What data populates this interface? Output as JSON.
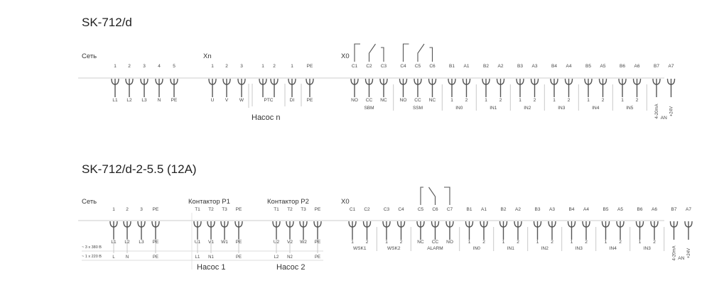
{
  "diagram_1": {
    "title": "SK-712/d",
    "labels": {
      "network": "Сеть",
      "xn": "Xn",
      "x0": "X0",
      "pump": "Насос n"
    },
    "network_terminals": [
      {
        "top": "1",
        "bottom": "L1"
      },
      {
        "top": "2",
        "bottom": "L2"
      },
      {
        "top": "3",
        "bottom": "L3"
      },
      {
        "top": "4",
        "bottom": "N"
      },
      {
        "top": "5",
        "bottom": "PE"
      }
    ],
    "xn_terminals": [
      {
        "top": "1",
        "bottom": "U"
      },
      {
        "top": "2",
        "bottom": "V"
      },
      {
        "top": "3",
        "bottom": "W"
      },
      {
        "top": "1",
        "bottom": "PTC",
        "pair": "a"
      },
      {
        "top": "2",
        "bottom": "",
        "pair": "a"
      },
      {
        "top": "1",
        "bottom": "DI"
      },
      {
        "top": "PE",
        "bottom": "PE"
      }
    ],
    "x0_groups": [
      {
        "name": "SBM",
        "terminals": [
          {
            "top": "C1",
            "bottom": "NO"
          },
          {
            "top": "C2",
            "bottom": "CC"
          },
          {
            "top": "C3",
            "bottom": "NC"
          }
        ]
      },
      {
        "name": "SSM",
        "terminals": [
          {
            "top": "C4",
            "bottom": "NO"
          },
          {
            "top": "C5",
            "bottom": "CC"
          },
          {
            "top": "C6",
            "bottom": "NC"
          }
        ]
      },
      {
        "name": "IN0",
        "terminals": [
          {
            "top": "B1",
            "bottom": "1"
          },
          {
            "top": "A1",
            "bottom": "2"
          }
        ]
      },
      {
        "name": "IN1",
        "terminals": [
          {
            "top": "B2",
            "bottom": "1"
          },
          {
            "top": "A2",
            "bottom": "2"
          }
        ]
      },
      {
        "name": "IN2",
        "terminals": [
          {
            "top": "B3",
            "bottom": "1"
          },
          {
            "top": "A3",
            "bottom": "2"
          }
        ]
      },
      {
        "name": "IN3",
        "terminals": [
          {
            "top": "B4",
            "bottom": "1"
          },
          {
            "top": "A4",
            "bottom": "2"
          }
        ]
      },
      {
        "name": "IN4",
        "terminals": [
          {
            "top": "B5",
            "bottom": "1"
          },
          {
            "top": "A5",
            "bottom": "2"
          }
        ]
      },
      {
        "name": "IN5",
        "terminals": [
          {
            "top": "B6",
            "bottom": "1"
          },
          {
            "top": "A6",
            "bottom": "2"
          }
        ]
      },
      {
        "name": "AN",
        "terminals": [
          {
            "top": "B7",
            "bottom": "4-20mA"
          },
          {
            "top": "A7",
            "bottom": "+24V"
          }
        ]
      }
    ]
  },
  "diagram_2": {
    "title": "SK-712/d-2-5.5 (12A)",
    "labels": {
      "network": "Сеть",
      "contactor1": "Контактор P1",
      "contactor2": "Контактор P2",
      "x0": "X0",
      "pump1": "Насос 1",
      "pump2": "Насос 2"
    },
    "supply_rows": [
      {
        "label": "~ 3 x 380 В",
        "values": [
          "L1",
          "L2",
          "L3",
          "PE"
        ]
      },
      {
        "label": "~ 1 x 220 В",
        "values": [
          "L",
          "N",
          "",
          "PE"
        ]
      }
    ],
    "contactor_rows": [
      {
        "p1": [
          "L1",
          "N1",
          "",
          "PE"
        ],
        "p2": [
          "L2",
          "N2",
          "",
          "PE"
        ]
      }
    ],
    "network_terminals": [
      {
        "top": "1",
        "bottom": "L1"
      },
      {
        "top": "2",
        "bottom": "L2"
      },
      {
        "top": "3",
        "bottom": "L3"
      },
      {
        "top": "PE",
        "bottom": "PE"
      }
    ],
    "contactor1_terminals": [
      {
        "top": "T1",
        "bottom": "U1"
      },
      {
        "top": "T2",
        "bottom": "V1"
      },
      {
        "top": "T3",
        "bottom": "W1"
      },
      {
        "top": "PE",
        "bottom": "PE"
      }
    ],
    "contactor2_terminals": [
      {
        "top": "T1",
        "bottom": "U2"
      },
      {
        "top": "T2",
        "bottom": "V2"
      },
      {
        "top": "T3",
        "bottom": "W2"
      },
      {
        "top": "PE",
        "bottom": "PE"
      }
    ],
    "x0_groups": [
      {
        "name": "WSK1",
        "terminals": [
          {
            "top": "C1",
            "bottom": "1"
          },
          {
            "top": "C2",
            "bottom": "2"
          }
        ]
      },
      {
        "name": "WSK2",
        "terminals": [
          {
            "top": "C3",
            "bottom": "1"
          },
          {
            "top": "C4",
            "bottom": "2"
          }
        ]
      },
      {
        "name": "ALARM",
        "terminals": [
          {
            "top": "C5",
            "bottom": "NC"
          },
          {
            "top": "C6",
            "bottom": "CC"
          },
          {
            "top": "C7",
            "bottom": "NO"
          }
        ]
      },
      {
        "name": "IN0",
        "terminals": [
          {
            "top": "B1",
            "bottom": "1"
          },
          {
            "top": "A1",
            "bottom": "2"
          }
        ]
      },
      {
        "name": "IN1",
        "terminals": [
          {
            "top": "B2",
            "bottom": "1"
          },
          {
            "top": "A2",
            "bottom": "2"
          }
        ]
      },
      {
        "name": "IN2",
        "terminals": [
          {
            "top": "B3",
            "bottom": "1"
          },
          {
            "top": "A3",
            "bottom": "2"
          }
        ]
      },
      {
        "name": "IN3",
        "terminals": [
          {
            "top": "B4",
            "bottom": "1"
          },
          {
            "top": "A4",
            "bottom": "2"
          }
        ]
      },
      {
        "name": "IN4",
        "terminals": [
          {
            "top": "B5",
            "bottom": "1"
          },
          {
            "top": "A5",
            "bottom": "2"
          }
        ]
      },
      {
        "name": "IN3",
        "terminals": [
          {
            "top": "B6",
            "bottom": "1"
          },
          {
            "top": "A6",
            "bottom": "2"
          }
        ]
      },
      {
        "name": "AN",
        "terminals": [
          {
            "top": "B7",
            "bottom": "4-20mA"
          },
          {
            "top": "A7",
            "bottom": "+24V"
          }
        ]
      }
    ]
  }
}
